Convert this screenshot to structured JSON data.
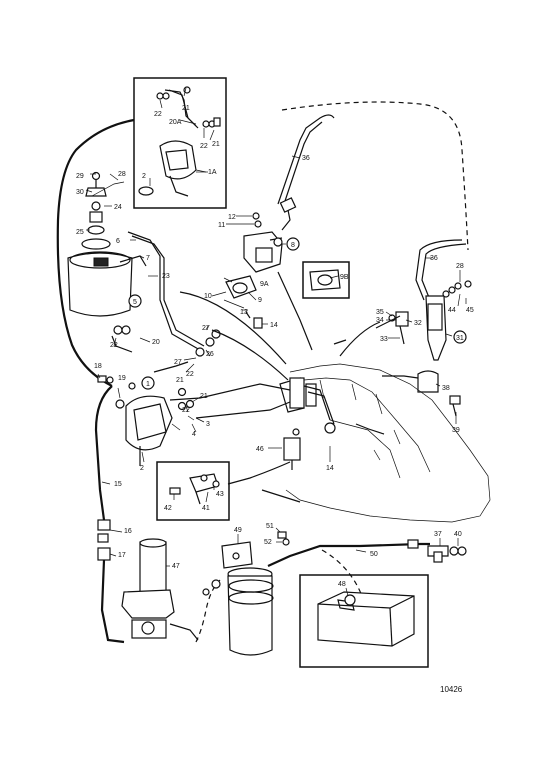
{
  "diagram": {
    "reference_number": "10426",
    "labels": [
      {
        "id": "l21a",
        "text": "21"
      },
      {
        "id": "l22a",
        "text": "22"
      },
      {
        "id": "l20A",
        "text": "20A"
      },
      {
        "id": "l22b",
        "text": "22"
      },
      {
        "id": "l21b",
        "text": "21"
      },
      {
        "id": "l2a",
        "text": "2"
      },
      {
        "id": "l1A",
        "text": "1A"
      },
      {
        "id": "l29",
        "text": "29"
      },
      {
        "id": "l28a",
        "text": "28"
      },
      {
        "id": "l30",
        "text": "30"
      },
      {
        "id": "l24",
        "text": "24"
      },
      {
        "id": "l25",
        "text": "25"
      },
      {
        "id": "l6",
        "text": "6"
      },
      {
        "id": "l7",
        "text": "7"
      },
      {
        "id": "l23",
        "text": "23"
      },
      {
        "id": "l5",
        "text": "5"
      },
      {
        "id": "l22c",
        "text": "22"
      },
      {
        "id": "l20",
        "text": "20"
      },
      {
        "id": "l27a",
        "text": "27"
      },
      {
        "id": "l26",
        "text": "26"
      },
      {
        "id": "l27b",
        "text": "27"
      },
      {
        "id": "l22d",
        "text": "22"
      },
      {
        "id": "l21c",
        "text": "21"
      },
      {
        "id": "l18",
        "text": "18"
      },
      {
        "id": "l19",
        "text": "19"
      },
      {
        "id": "l1",
        "text": "1"
      },
      {
        "id": "l22e",
        "text": "22"
      },
      {
        "id": "l21d",
        "text": "21"
      },
      {
        "id": "l3",
        "text": "3"
      },
      {
        "id": "l4",
        "text": "4"
      },
      {
        "id": "l2b",
        "text": "2"
      },
      {
        "id": "l15",
        "text": "15"
      },
      {
        "id": "l16",
        "text": "16"
      },
      {
        "id": "l17",
        "text": "17"
      },
      {
        "id": "l47",
        "text": "47"
      },
      {
        "id": "l12",
        "text": "12"
      },
      {
        "id": "l11",
        "text": "11"
      },
      {
        "id": "l8",
        "text": "8"
      },
      {
        "id": "l9A",
        "text": "9A"
      },
      {
        "id": "l10",
        "text": "10"
      },
      {
        "id": "l9",
        "text": "9"
      },
      {
        "id": "l13",
        "text": "13"
      },
      {
        "id": "l14a",
        "text": "14"
      },
      {
        "id": "l9B",
        "text": "9B"
      },
      {
        "id": "l36a",
        "text": "36"
      },
      {
        "id": "l36b",
        "text": "36"
      },
      {
        "id": "l28b",
        "text": "28"
      },
      {
        "id": "l44",
        "text": "44"
      },
      {
        "id": "l45",
        "text": "45"
      },
      {
        "id": "l35",
        "text": "35"
      },
      {
        "id": "l34",
        "text": "34"
      },
      {
        "id": "l32",
        "text": "32"
      },
      {
        "id": "l33",
        "text": "33"
      },
      {
        "id": "l31",
        "text": "31"
      },
      {
        "id": "l38",
        "text": "38"
      },
      {
        "id": "l39",
        "text": "39"
      },
      {
        "id": "l46",
        "text": "46"
      },
      {
        "id": "l14b",
        "text": "14"
      },
      {
        "id": "l42",
        "text": "42"
      },
      {
        "id": "l41",
        "text": "41"
      },
      {
        "id": "l43",
        "text": "43"
      },
      {
        "id": "l49",
        "text": "49"
      },
      {
        "id": "l51",
        "text": "51"
      },
      {
        "id": "l52",
        "text": "52"
      },
      {
        "id": "l50",
        "text": "50"
      },
      {
        "id": "l37",
        "text": "37"
      },
      {
        "id": "l40",
        "text": "40"
      },
      {
        "id": "l48",
        "text": "48"
      }
    ]
  }
}
